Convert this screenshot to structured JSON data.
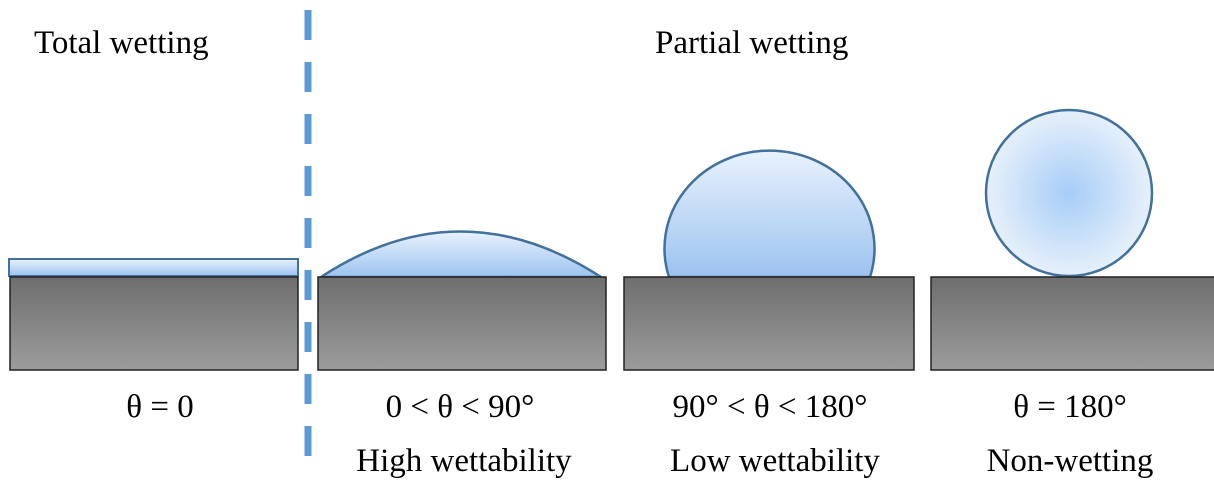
{
  "headers": {
    "total": "Total wetting",
    "partial": "Partial wetting"
  },
  "panels": [
    {
      "angle": "θ = 0",
      "wettability": ""
    },
    {
      "angle": "0 < θ < 90°",
      "wettability": "High wettability"
    },
    {
      "angle": "90° < θ < 180°",
      "wettability": "Low wettability"
    },
    {
      "angle": "θ = 180°",
      "wettability": "Non-wetting"
    }
  ],
  "colors": {
    "substrate_top": "#6e6e6e",
    "substrate_bottom": "#9a9a9a",
    "droplet_fill_light": "#e8f1fc",
    "droplet_fill_dark": "#9cc3f0",
    "droplet_outline": "#41719c",
    "divider": "#5b9bd5"
  }
}
